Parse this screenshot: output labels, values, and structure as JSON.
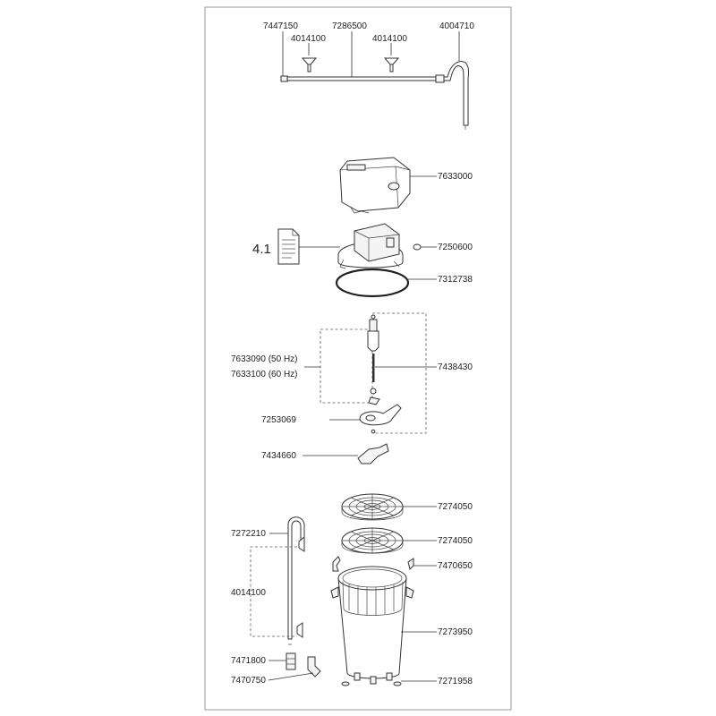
{
  "parts": {
    "p7447150": "7447150",
    "p4014100a": "4014100",
    "p7286500": "7286500",
    "p4014100b": "4014100",
    "p4004710": "4004710",
    "p7633000": "7633000",
    "p7250600": "7250600",
    "p7312738": "7312738",
    "p7633090": "7633090 (50 Hz)",
    "p7633100": "7633100 (60 Hz)",
    "p7438430": "7438430",
    "p7253069": "7253069",
    "p7434660": "7434660",
    "p7274050a": "7274050",
    "p7274050b": "7274050",
    "p7272210": "7272210",
    "p7470650": "7470650",
    "p4014100c": "4014100",
    "p7273950": "7273950",
    "p7471800": "7471800",
    "p7470750": "7470750",
    "p7271958": "7271958"
  },
  "doc_ref": "4.1",
  "colors": {
    "line": "#333333",
    "part_fill": "#f4f4f4",
    "frame": "#999999"
  },
  "icons": {
    "doc_ref": "document-icon"
  }
}
